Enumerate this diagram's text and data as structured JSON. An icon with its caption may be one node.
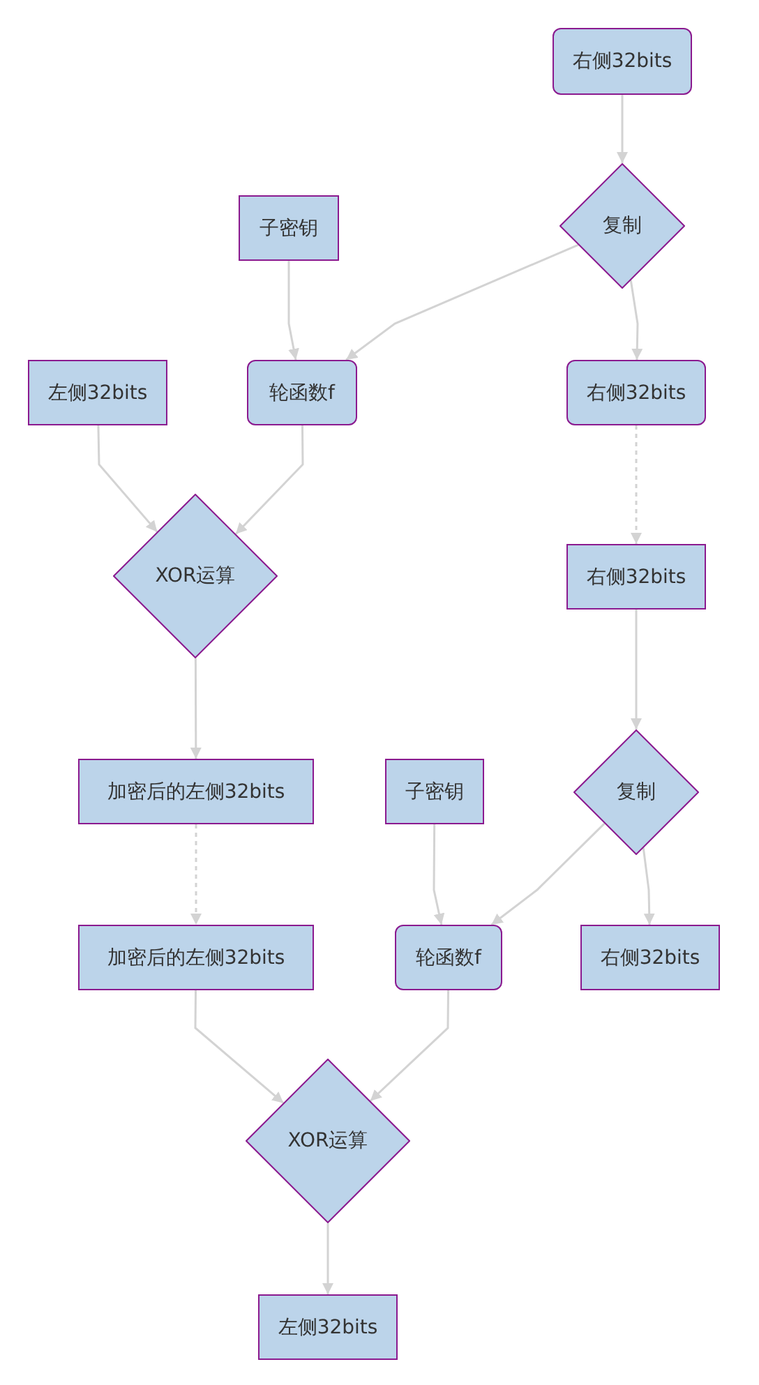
{
  "diagram": {
    "nodes": [
      {
        "text": [
          "右侧32bits"
        ]
      },
      {
        "text": [
          "复制"
        ]
      },
      {
        "text": [
          "子密钥"
        ]
      },
      {
        "text": [
          "左侧32bits"
        ]
      },
      {
        "text": [
          "轮函数f"
        ]
      },
      {
        "text": [
          "右侧32bits"
        ]
      },
      {
        "text": [
          "右侧32bits"
        ]
      },
      {
        "text": [
          "XOR运算"
        ]
      },
      {
        "text": [
          "复制"
        ]
      },
      {
        "text": [
          "加密后的左侧32bits"
        ]
      },
      {
        "text": [
          "子密钥"
        ]
      },
      {
        "text": [
          "加密后的左侧32bits"
        ]
      },
      {
        "text": [
          "轮函数f"
        ]
      },
      {
        "text": [
          "右侧32bits"
        ]
      },
      {
        "text": [
          "XOR运算"
        ]
      },
      {
        "text": [
          "左侧32bits"
        ]
      }
    ],
    "edges": [
      {
        "from": 0,
        "to": 1,
        "arrow": "to"
      },
      {
        "from": 1,
        "to": 4,
        "arrow": "to"
      },
      {
        "from": 2,
        "to": 4,
        "arrow": "to"
      },
      {
        "from": 1,
        "to": 5,
        "arrow": "to"
      },
      {
        "from": 5,
        "to": 6,
        "arrow": "to",
        "style": "dashed"
      },
      {
        "from": 3,
        "to": 7,
        "arrow": "to"
      },
      {
        "from": 4,
        "to": 7,
        "arrow": "to"
      },
      {
        "from": 7,
        "to": 9,
        "arrow": "to"
      },
      {
        "from": 6,
        "to": 8,
        "arrow": "to"
      },
      {
        "from": 9,
        "to": 11,
        "arrow": "to",
        "style": "dashed"
      },
      {
        "from": 8,
        "to": 12,
        "arrow": "to"
      },
      {
        "from": 10,
        "to": 12,
        "arrow": "to"
      },
      {
        "from": 8,
        "to": 13,
        "arrow": "to"
      },
      {
        "from": 11,
        "to": 14,
        "arrow": "to"
      },
      {
        "from": 12,
        "to": 14,
        "arrow": "to"
      },
      {
        "from": 14,
        "to": 15,
        "arrow": "to"
      }
    ]
  }
}
